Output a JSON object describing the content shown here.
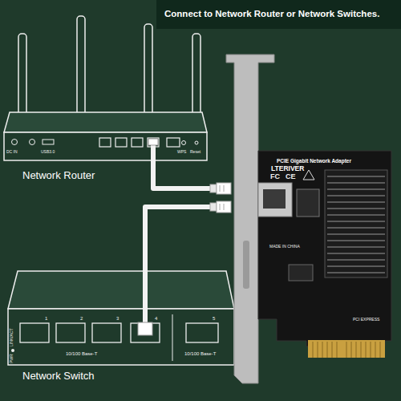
{
  "diagram": {
    "title": "Connect to Network Router or Network Switches.",
    "nodes": [
      {
        "text": [
          "Network Router"
        ]
      },
      {
        "text": [
          "PCIE Gigabit Network Adapter",
          "LTERIVER"
        ]
      },
      {
        "text": [
          "Network Switch"
        ]
      }
    ],
    "edges": [
      {
        "from": 0,
        "to": 1,
        "arrow": "none"
      },
      {
        "from": 2,
        "to": 1,
        "arrow": "none"
      }
    ],
    "labels": [
      "DC IN",
      "USB3.0",
      "WPS",
      "Reset",
      "FC",
      "CE",
      "MADE IN CHINA",
      "PCI EXPRESS",
      "PWR",
      "LINK/ACT",
      "1",
      "2",
      "3",
      "4",
      "5",
      "10/100 Base-T",
      "10/100 Base-T"
    ]
  }
}
